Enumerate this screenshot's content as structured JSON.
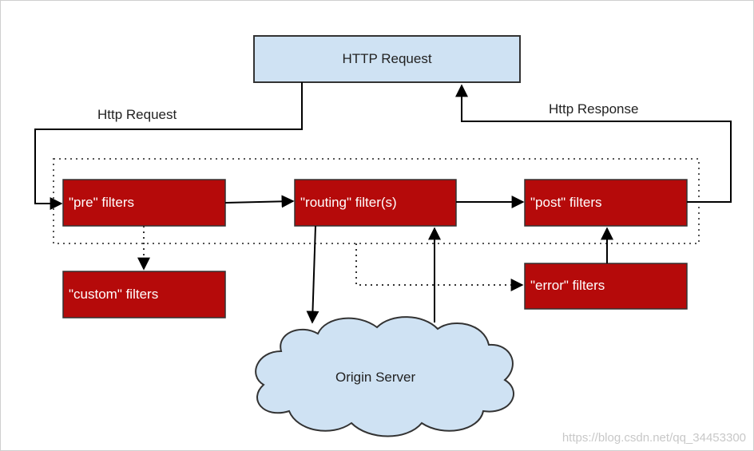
{
  "request_box": {
    "label": "HTTP Request"
  },
  "edge_labels": {
    "request": "Http Request",
    "response": "Http Response"
  },
  "filters": {
    "pre": "\"pre\" filters",
    "routing": "\"routing\" filter(s)",
    "post": "\"post\" filters",
    "custom": "\"custom\" filters",
    "error": "\"error\" filters"
  },
  "origin": {
    "label": "Origin Server"
  },
  "watermark": "https://blog.csdn.net/qq_34453300",
  "colors": {
    "filter_fill": "#b50a0a",
    "request_fill": "#cfe2f3",
    "cloud_fill": "#cfe2f3",
    "line": "#000000"
  }
}
